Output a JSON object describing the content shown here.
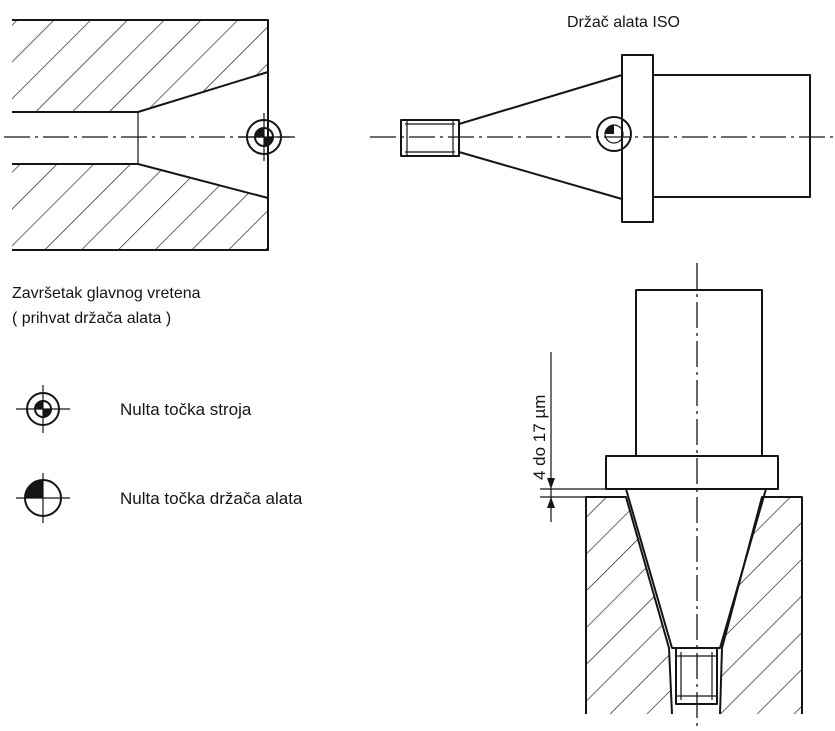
{
  "labels": {
    "holder_title": "Držač alata ISO",
    "spindle_end_line1": "Završetak glavnog vretena",
    "spindle_end_line2": "( prihvat držača alata )",
    "machine_zero": "Nulta točka stroja",
    "holder_zero": "Nulta točka držača alata",
    "gap_dimension": "4 do 17 µm"
  },
  "icons": [
    "machine-zero-point-symbol",
    "tool-holder-zero-point-symbol"
  ],
  "colors": {
    "ink": "#151515",
    "background": "#ffffff"
  }
}
